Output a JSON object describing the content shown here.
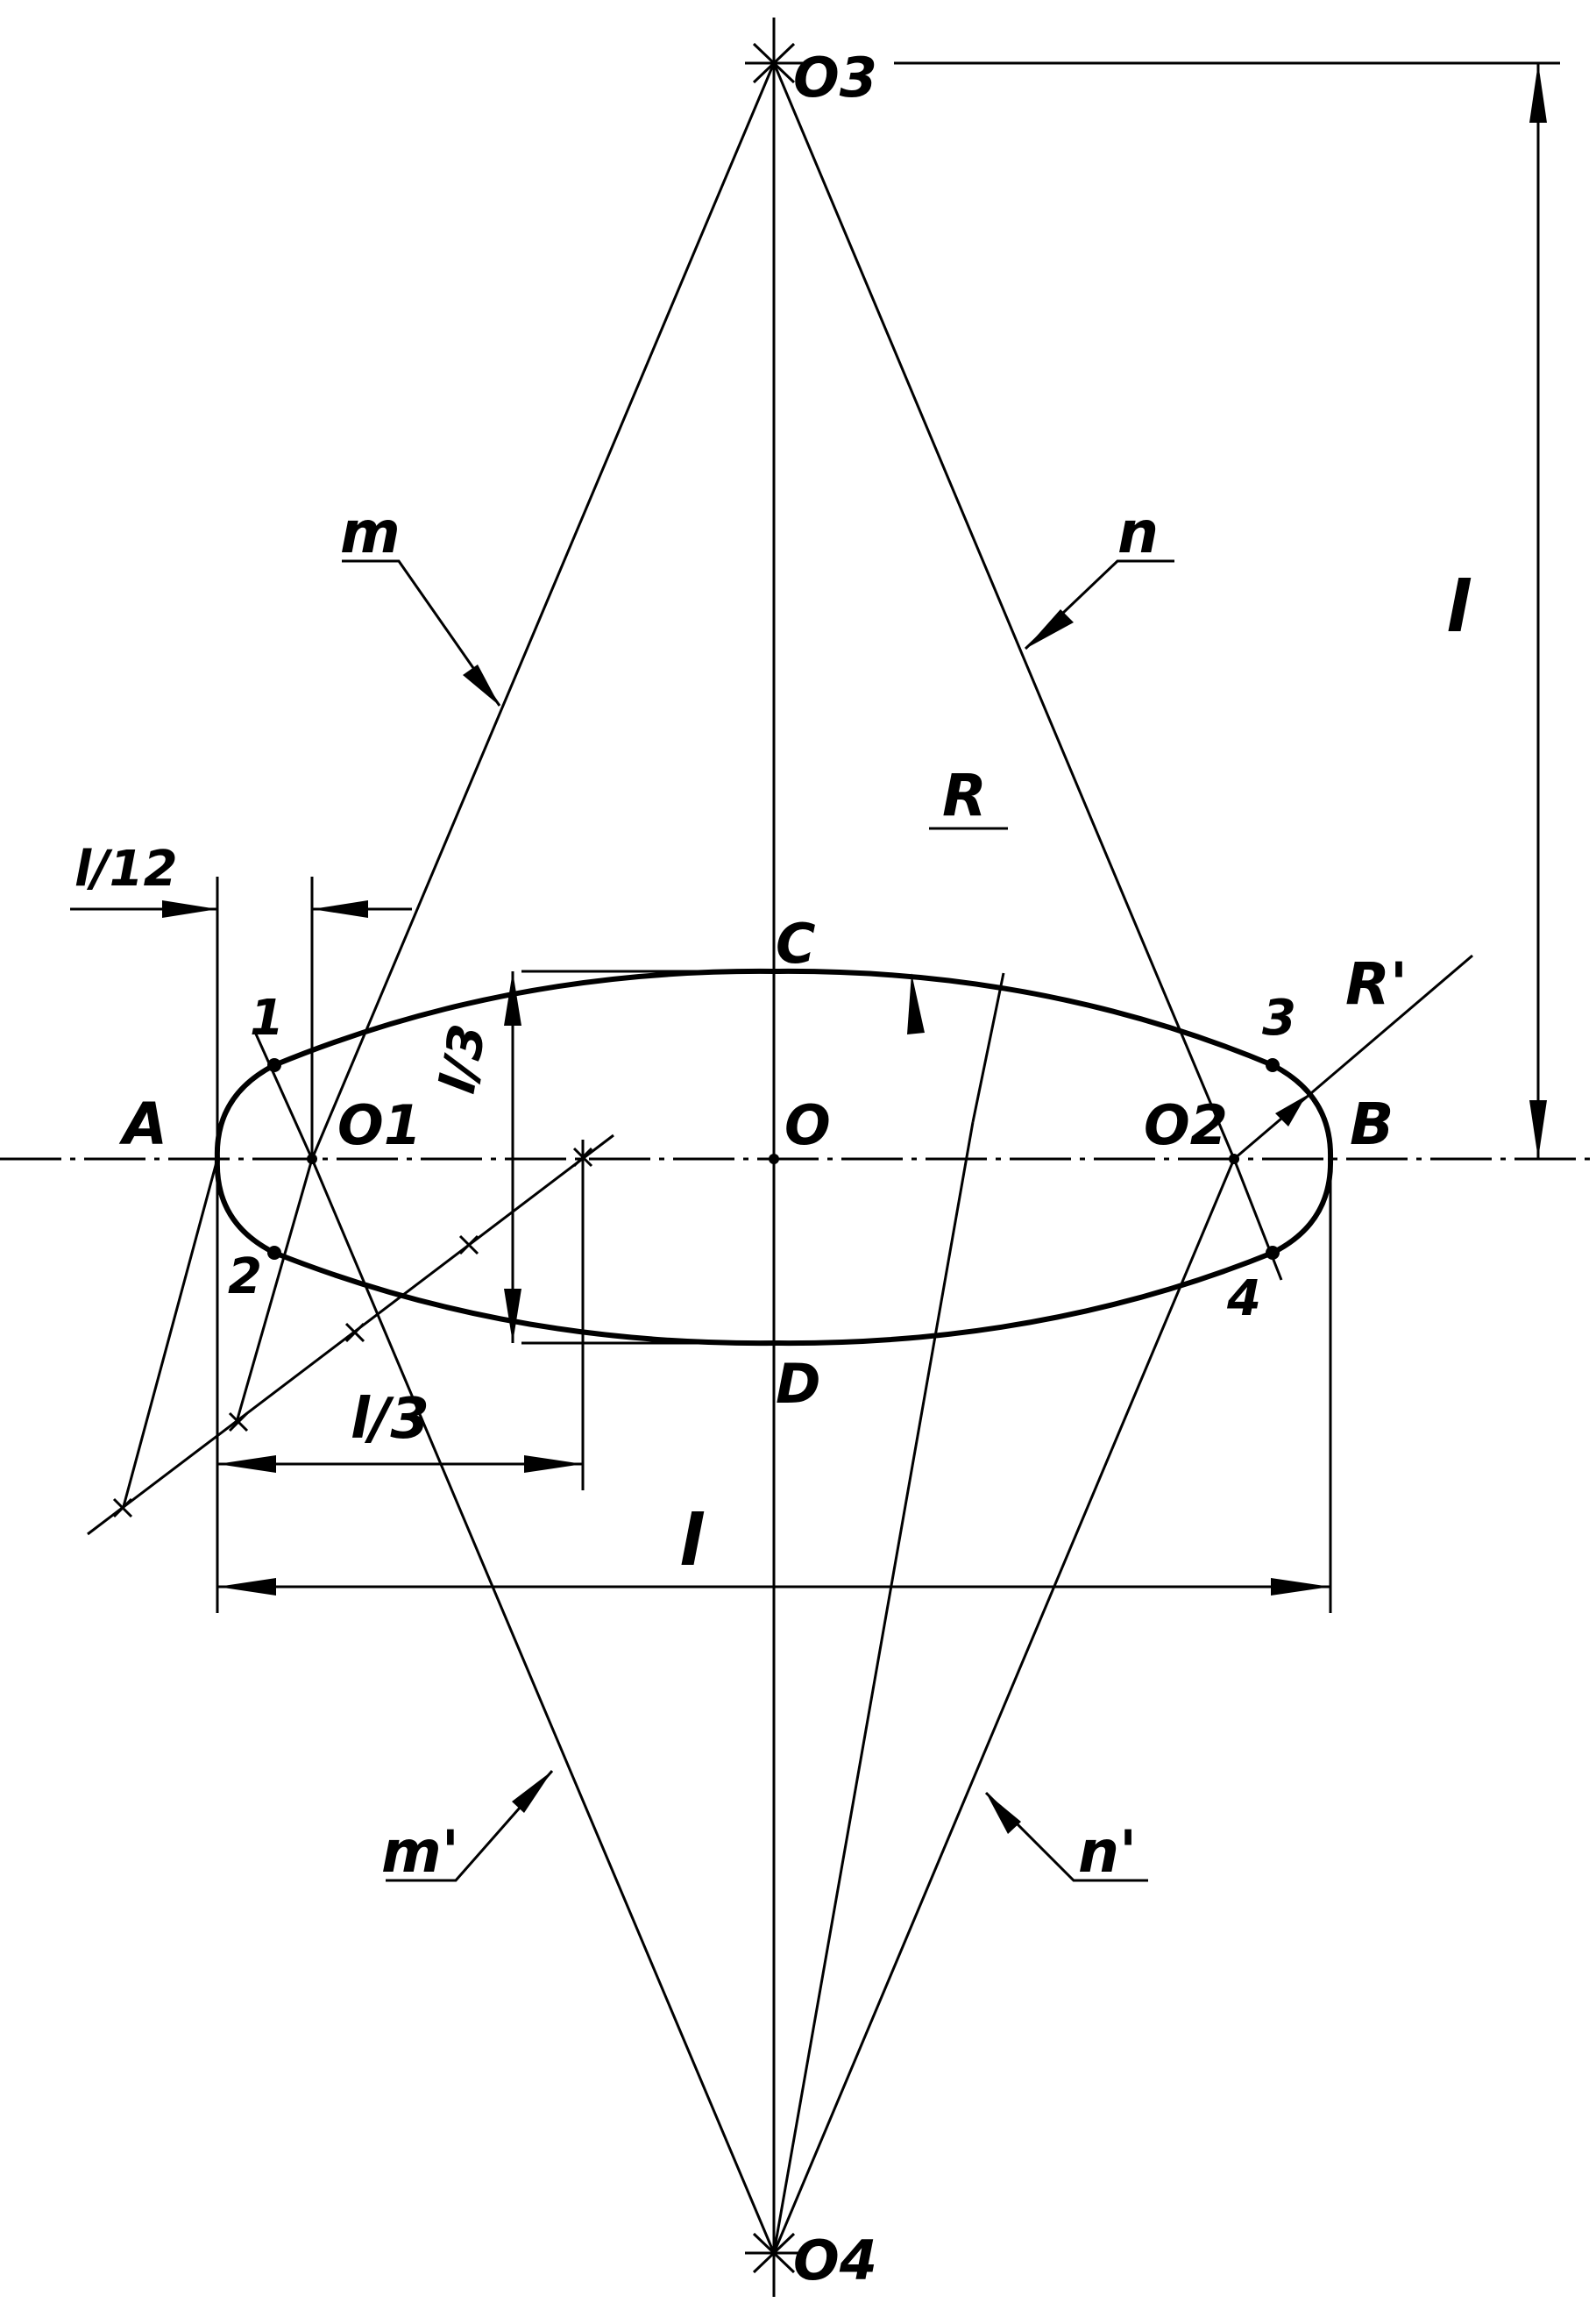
{
  "labels": {
    "O3": "O3",
    "O4": "O4",
    "O": "O",
    "O1": "O1",
    "O2": "O2",
    "A": "A",
    "B": "B",
    "C": "C",
    "D": "D",
    "m": "m",
    "n": "n",
    "m_prime": "m'",
    "n_prime": "n'",
    "R": "R",
    "R_prime": "R'",
    "p1": "1",
    "p2": "2",
    "p3": "3",
    "p4": "4",
    "l_top": "l",
    "l_bottom": "l",
    "l_12": "l/12",
    "l_3_vertical": "l/3",
    "l_3_horizontal": "l/3"
  }
}
